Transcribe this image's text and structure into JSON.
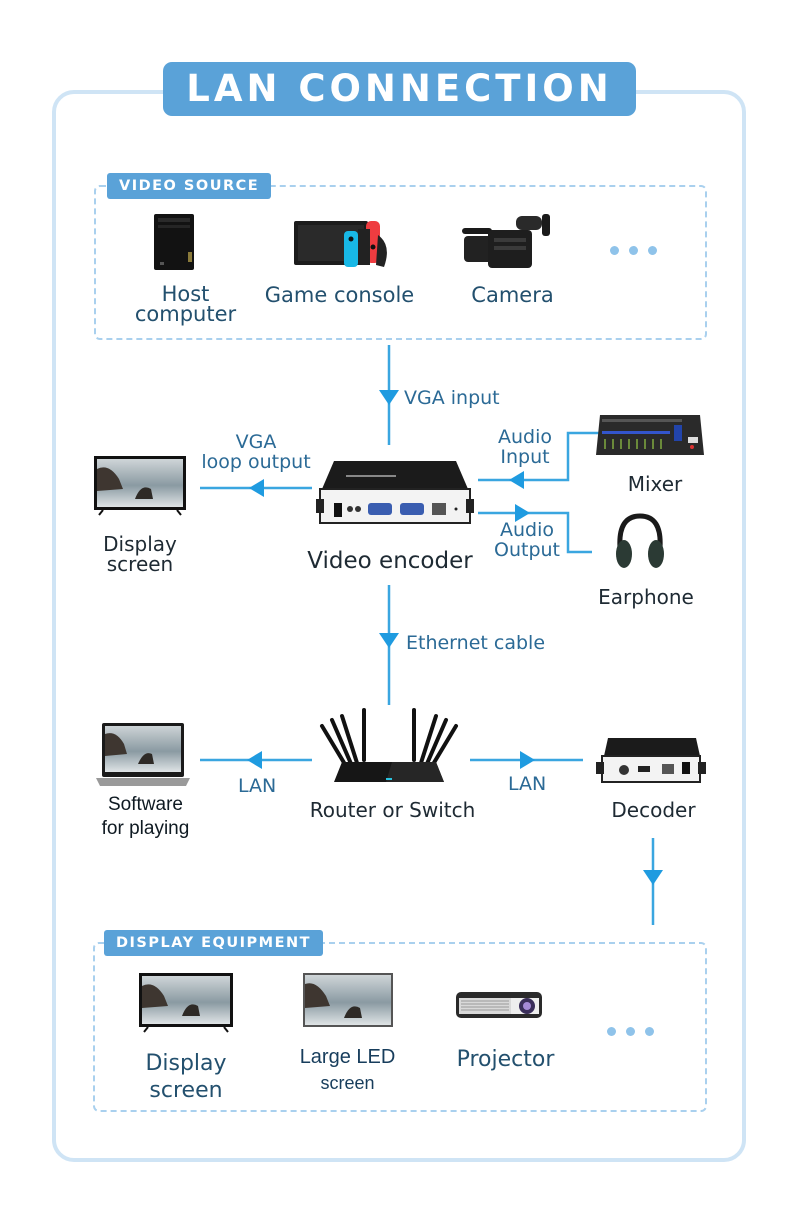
{
  "title": "LAN CONNECTION",
  "colors": {
    "accent": "#5aa2d8",
    "line": "#3aa6e0",
    "frame": "#cfe4f5",
    "dashed": "#a9d0ee",
    "text": "#23506e"
  },
  "video_source": {
    "tag": "VIDEO SOURCE",
    "items": [
      {
        "icon": "desktop-tower-icon",
        "label_line1": "Host",
        "label_line2": "computer"
      },
      {
        "icon": "game-console-icon",
        "label": "Game console"
      },
      {
        "icon": "video-camera-icon",
        "label": "Camera"
      }
    ],
    "more": "more-dots"
  },
  "connections": {
    "vga_input": "VGA input",
    "vga_loop_line1": "VGA",
    "vga_loop_line2": "loop output",
    "audio_input_line1": "Audio",
    "audio_input_line2": "Input",
    "audio_output_line1": "Audio",
    "audio_output_line2": "Output",
    "ethernet": "Ethernet cable",
    "lan_left": "LAN",
    "lan_right": "LAN"
  },
  "devices": {
    "display_screen_line1": "Display",
    "display_screen_line2": "screen",
    "encoder": "Video encoder",
    "mixer": "Mixer",
    "earphone": "Earphone",
    "software_line1": "Software",
    "software_line2": "for playing",
    "router": "Router or Switch",
    "decoder": "Decoder"
  },
  "display_equipment": {
    "tag": "DISPLAY EQUIPMENT",
    "items": [
      {
        "icon": "tv-icon",
        "label_line1": "Display",
        "label_line2": "screen"
      },
      {
        "icon": "led-screen-icon",
        "label_line1": "Large LED",
        "label_line2": "screen"
      },
      {
        "icon": "projector-icon",
        "label": "Projector"
      }
    ]
  }
}
